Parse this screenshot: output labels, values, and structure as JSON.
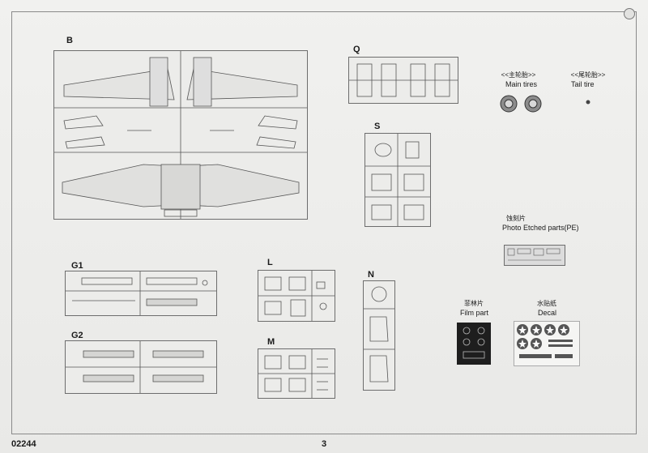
{
  "sprues": {
    "b": "B",
    "q": "Q",
    "s": "S",
    "g1": "G1",
    "g2": "G2",
    "l": "L",
    "m": "M",
    "n": "N"
  },
  "tires": {
    "main_cn": "<<主轮胎>>",
    "main_label": "Main tires",
    "tail_cn": "<<尾轮胎>>",
    "tail_label": "Tail tire"
  },
  "pe": {
    "cn": "蚀刻片",
    "label": "Photo Etched parts(PE)"
  },
  "film": {
    "cn": "菲林片",
    "label": "Film part"
  },
  "decal": {
    "cn": "水贴纸",
    "label": "Decal"
  },
  "footer": {
    "code": "02244",
    "page_number": "3"
  }
}
